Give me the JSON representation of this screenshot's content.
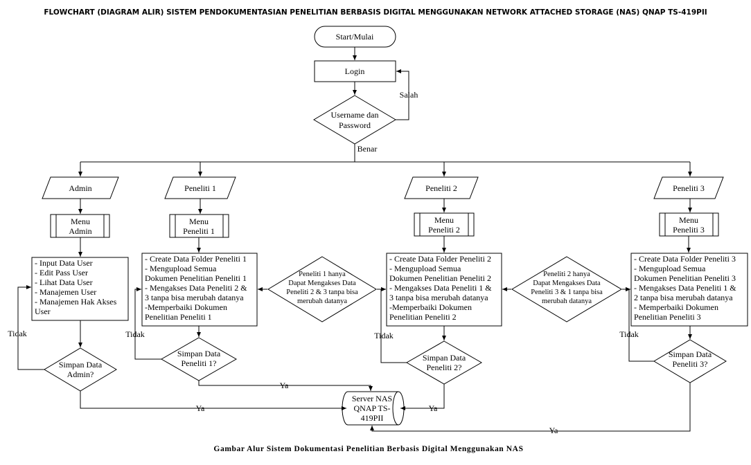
{
  "title": "FLOWCHART (DIAGRAM ALIR)  SISTEM PENDOKUMENTASIAN PENELITIAN BERBASIS DIGITAL MENGGUNAKAN NETWORK ATTACHED STORAGE (NAS) QNAP TS-419PII",
  "caption": "Gambar Alur Sistem Dokumentasi Penelitian Berbasis Digital Menggunakan NAS",
  "nodes": {
    "start": "Start/Mulai",
    "login": "Login",
    "auth": [
      "Username dan",
      "Password"
    ],
    "admin": "Admin",
    "p1": "Peneliti 1",
    "p2": "Peneliti 2",
    "p3": "Peneliti 3",
    "menu_admin": [
      "Menu",
      "Admin"
    ],
    "menu_p1": [
      "Menu",
      "Peneliti 1"
    ],
    "menu_p2": [
      "Menu",
      "Peneliti 2"
    ],
    "menu_p3": [
      "Menu",
      "Peneliti 3"
    ],
    "tasks_admin": [
      "- Input Data User",
      "- Edit Pass User",
      "- Lihat Data User",
      "- Manajemen User",
      "- Manajemen Hak Akses",
      "User"
    ],
    "tasks_p1": [
      "- Create Data Folder Peneliti 1",
      "- Mengupload Semua",
      "Dokumen Penelitian Peneliti 1",
      "- Mengakses Data Peneliti 2 &",
      "3 tanpa bisa merubah datanya",
      "-Memperbaiki Dokumen",
      "Penelitian Peneliti 1"
    ],
    "tasks_p2": [
      "- Create Data Folder Peneliti 2",
      "- Mengupload Semua",
      "Dokumen Penelitian Peneliti 2",
      "- Mengakses Data Peneliti 1 &",
      "3 tanpa bisa merubah datanya",
      "-Memperbaiki Dokumen",
      "Penelitian Peneliti 2"
    ],
    "tasks_p3": [
      "- Create Data Folder Peneliti 3",
      "- Mengupload Semua",
      "Dokumen Penelitian Peneliti 3",
      "- Mengakses Data Peneliti 1 &",
      "2 tanpa bisa merubah datanya",
      "- Memperbaiki Dokumen",
      "Penelitian Peneliti 3"
    ],
    "note_p1": [
      "Peneliti 1 hanya",
      "Dapat Mengakses Data",
      "Peneliti 2 & 3 tanpa bisa",
      "merubah datanya"
    ],
    "note_p2": [
      "Peneliti 2 hanya",
      "Dapat Mengakses Data",
      "Peneliti 3 & 1 tanpa bisa",
      "merubah datanya"
    ],
    "save_admin": [
      "Simpan Data",
      "Admin?"
    ],
    "save_p1": [
      "Simpan Data",
      "Peneliti 1?"
    ],
    "save_p2": [
      "Simpan Data",
      "Peneliti 2?"
    ],
    "save_p3": [
      "Simpan Data",
      "Peneliti 3?"
    ],
    "server": [
      "Server NAS",
      "QNAP TS-",
      "419PII"
    ]
  },
  "edge_labels": {
    "salah": "Salah",
    "benar": "Benar",
    "tidak": "Tidak",
    "ya": "Ya"
  }
}
